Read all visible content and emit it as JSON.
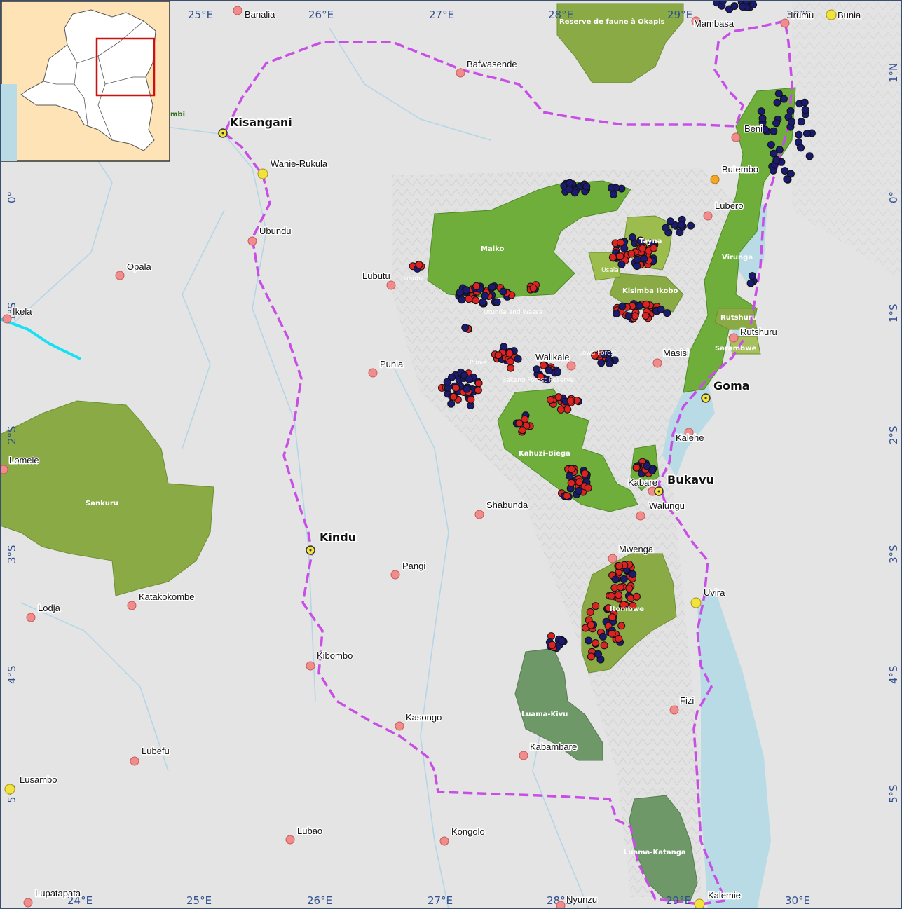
{
  "map": {
    "cities_major": [
      {
        "name": "Kisangani"
      },
      {
        "name": "Kindu"
      },
      {
        "name": "Bukavu"
      },
      {
        "name": "Goma"
      }
    ],
    "cities_minor": [
      {
        "name": "Banalia"
      },
      {
        "name": "Mambasa"
      },
      {
        "name": "Irumu"
      },
      {
        "name": "Bunia"
      },
      {
        "name": "Bafwasende"
      },
      {
        "name": "Beni"
      },
      {
        "name": "Butembo"
      },
      {
        "name": "Lubero"
      },
      {
        "name": "Wanie-Rukula"
      },
      {
        "name": "Ubundu"
      },
      {
        "name": "Opala"
      },
      {
        "name": "Lubutu"
      },
      {
        "name": "Ikela"
      },
      {
        "name": "Punia"
      },
      {
        "name": "Walikale"
      },
      {
        "name": "Masisi"
      },
      {
        "name": "Rutshuru"
      },
      {
        "name": "Lomele"
      },
      {
        "name": "Kalehe"
      },
      {
        "name": "Kabare"
      },
      {
        "name": "Walungu"
      },
      {
        "name": "Shabunda"
      },
      {
        "name": "Pangi"
      },
      {
        "name": "Mwenga"
      },
      {
        "name": "Uvira"
      },
      {
        "name": "Katakokombe"
      },
      {
        "name": "Lodja"
      },
      {
        "name": "Kibombo"
      },
      {
        "name": "Fizi"
      },
      {
        "name": "Kasongo"
      },
      {
        "name": "Kabambare"
      },
      {
        "name": "Lubefu"
      },
      {
        "name": "Lusambo"
      },
      {
        "name": "Lubao"
      },
      {
        "name": "Kongolo"
      },
      {
        "name": "Lupatapata"
      },
      {
        "name": "Nyunzu"
      },
      {
        "name": "Kalemie"
      }
    ],
    "protected_areas": [
      {
        "name": "Reserve de faune à Okapis"
      },
      {
        "name": "Maiko"
      },
      {
        "name": "Tayna"
      },
      {
        "name": "Usala"
      },
      {
        "name": "Kisimba Ikobo"
      },
      {
        "name": "Virunga"
      },
      {
        "name": "Rutshuru"
      },
      {
        "name": "Sarambwe"
      },
      {
        "name": "Lubutu"
      },
      {
        "name": "Utunda and Wassa"
      },
      {
        "name": "Punia"
      },
      {
        "name": "Lowa Forest"
      },
      {
        "name": "Bakano Forest Reserve"
      },
      {
        "name": "Kahuzi-Biega"
      },
      {
        "name": "Itombwe"
      },
      {
        "name": "Sankuru"
      },
      {
        "name": "Luama-Kivu"
      },
      {
        "name": "Luama-Katanga"
      },
      {
        "name": "mbi"
      }
    ],
    "graticule": {
      "longitudes_top": [
        "25°E",
        "26°E",
        "27°E",
        "28°E",
        "29°E",
        "30°E"
      ],
      "longitudes_bottom": [
        "24°E",
        "25°E",
        "26°E",
        "27°E",
        "28°E",
        "29°E",
        "30°E"
      ],
      "latitudes_left": [
        "0°",
        "1°S",
        "2°S",
        "3°S",
        "4°S",
        "5°S"
      ],
      "latitudes_right": [
        "1°N",
        "0°",
        "1°S",
        "2°S",
        "3°S",
        "4°S",
        "5°S"
      ]
    },
    "colors": {
      "land": "#e4e4e4",
      "lake": "#b9dbe6",
      "park_green": "#6fae3a",
      "park_olive": "#8aaa46",
      "park_grey": "#6f9868",
      "boundary_dashed": "#c84fe6",
      "observation_blue": "#1a1a6e",
      "observation_red": "#dd2222",
      "city_marker": "#f08c8c",
      "major_city_marker": "#f2e23c",
      "inset_background": "#fde3b5",
      "inset_frame": "#cc1111"
    },
    "legend_symbols": [
      "observation-blue-dot",
      "observation-red-dot"
    ]
  }
}
